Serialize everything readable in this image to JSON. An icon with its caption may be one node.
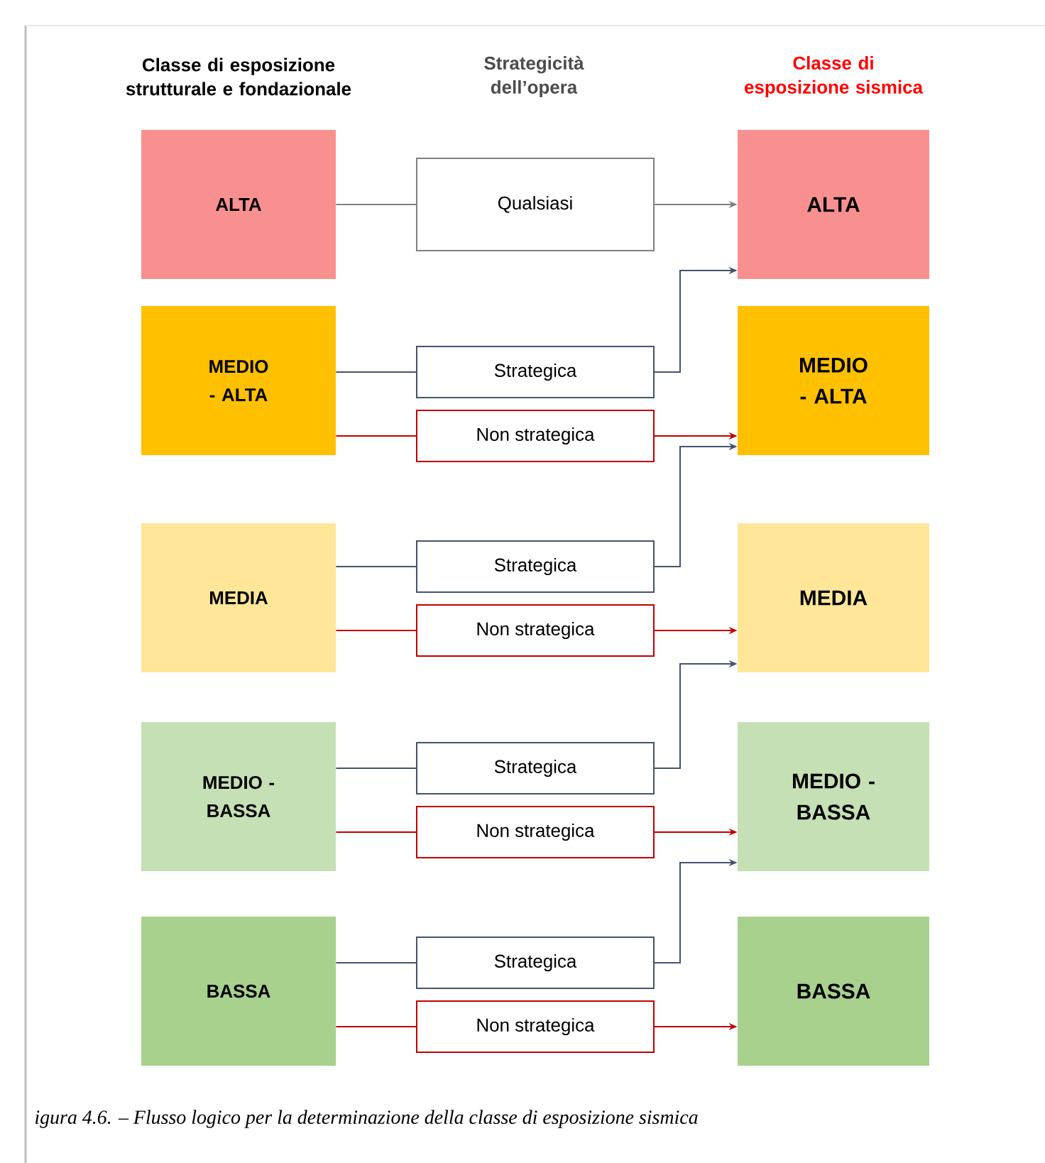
{
  "diagram": {
    "caption": "igura 4.6. – Flusso logico per la determinazione della classe di esposizione sismica",
    "nodes": [
      {
        "text": [
          "ALTA"
        ]
      },
      {
        "text": [
          "Qualsiasi"
        ]
      },
      {
        "text": [
          "ALTA"
        ]
      },
      {
        "text": [
          "MEDIO - ALTA"
        ]
      },
      {
        "text": [
          "Strategica"
        ]
      },
      {
        "text": [
          "Non strategica"
        ]
      },
      {
        "text": [
          "MEDIO - ALTA"
        ]
      },
      {
        "text": [
          "MEDIA"
        ]
      },
      {
        "text": [
          "Strategica"
        ]
      },
      {
        "text": [
          "Non strategica"
        ]
      },
      {
        "text": [
          "MEDIA"
        ]
      },
      {
        "text": [
          "MEDIO - BASSA"
        ]
      },
      {
        "text": [
          "Strategica"
        ]
      },
      {
        "text": [
          "Non strategica"
        ]
      },
      {
        "text": [
          "MEDIO - BASSA"
        ]
      },
      {
        "text": [
          "BASSA"
        ]
      },
      {
        "text": [
          "Strategica"
        ]
      },
      {
        "text": [
          "Non strategica"
        ]
      },
      {
        "text": [
          "BASSA"
        ]
      }
    ],
    "edges": [
      {
        "from": 0,
        "to": 1,
        "arrow": "none",
        "color": "#7f7f7f"
      },
      {
        "from": 1,
        "to": 2,
        "arrow": "to",
        "color": "#7f7f7f"
      },
      {
        "from": 3,
        "to": 4,
        "arrow": "none",
        "color": "#44546a"
      },
      {
        "from": 4,
        "to": 2,
        "arrow": "to",
        "color": "#44546a"
      },
      {
        "from": 3,
        "to": 5,
        "arrow": "none",
        "color": "#c00000"
      },
      {
        "from": 5,
        "to": 6,
        "arrow": "to",
        "color": "#c00000"
      },
      {
        "from": 7,
        "to": 8,
        "arrow": "none",
        "color": "#44546a"
      },
      {
        "from": 8,
        "to": 6,
        "arrow": "to",
        "color": "#44546a"
      },
      {
        "from": 7,
        "to": 9,
        "arrow": "none",
        "color": "#c00000"
      },
      {
        "from": 9,
        "to": 10,
        "arrow": "to",
        "color": "#c00000"
      },
      {
        "from": 11,
        "to": 12,
        "arrow": "none",
        "color": "#44546a"
      },
      {
        "from": 12,
        "to": 10,
        "arrow": "to",
        "color": "#44546a"
      },
      {
        "from": 11,
        "to": 13,
        "arrow": "none",
        "color": "#c00000"
      },
      {
        "from": 13,
        "to": 14,
        "arrow": "to",
        "color": "#c00000"
      },
      {
        "from": 15,
        "to": 16,
        "arrow": "none",
        "color": "#44546a"
      },
      {
        "from": 16,
        "to": 14,
        "arrow": "to",
        "color": "#44546a"
      },
      {
        "from": 15,
        "to": 17,
        "arrow": "none",
        "color": "#c00000"
      },
      {
        "from": 17,
        "to": 18,
        "arrow": "to",
        "color": "#c00000"
      }
    ],
    "labels": [
      "Classe di esposizione strutturale e fondazionale",
      "Strategicità dell’opera",
      "Classe di esposizione sismica"
    ]
  }
}
